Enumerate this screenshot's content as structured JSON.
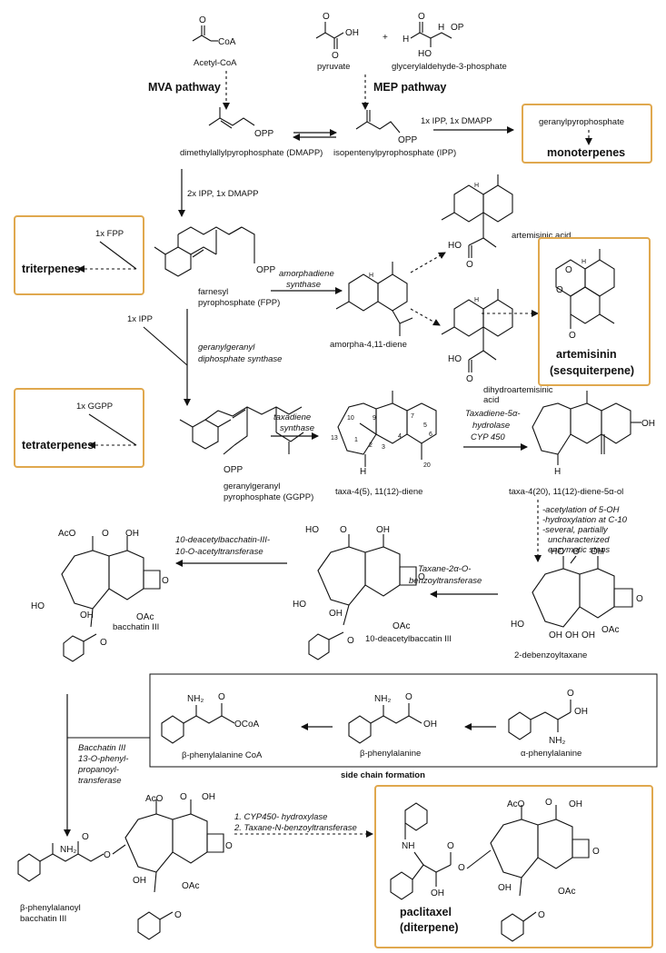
{
  "start": {
    "acetyl_coa": "Acetyl-CoA",
    "pyruvate": "pyruvate",
    "plus": "+",
    "g3p": "glycerylaldehyde-3-phosphate",
    "mva": "MVA pathway",
    "mep": "MEP pathway"
  },
  "isoprenes": {
    "dmapp": "dimethylallylpyrophosphate (DMAPP)",
    "ipp": "isopentenylpyrophosphate (IPP)",
    "ipp_dmapp_step": "1x IPP, 1x DMAPP",
    "two_ipp_step": "2x IPP, 1x DMAPP"
  },
  "monoterpenes": {
    "gpp": "geranylpyrophosphate",
    "label": "monoterpenes"
  },
  "triterpenes": {
    "fpp_step": "1x FPP",
    "label": "triterpenes"
  },
  "tetraterpenes": {
    "ggpp_step": "1x GGPP",
    "label": "tetraterpenes"
  },
  "fpp": {
    "line1": "farnesyl",
    "line2": "pyrophosphate (FPP)",
    "ipp_step": "1x IPP",
    "enzyme1": "amorphadiene",
    "enzyme2": "synthase",
    "gg_enzyme1": "geranylgeranyl",
    "gg_enzyme2": "diphosphate synthase"
  },
  "artemisinin_branch": {
    "amorphadiene": "amorpha-4,11-diene",
    "artemisinic_acid": "artemisinic acid",
    "dihydro1": "dihydroartemisinic",
    "dihydro2": "acid",
    "artemisinin": "artemisinin",
    "sesquiterpene": "(sesquiterpene)"
  },
  "ggpp": {
    "line1": "geranylgeranyl",
    "line2": "pyrophosphate (GGPP)",
    "enzyme1": "taxadiene",
    "enzyme2": "synthase"
  },
  "taxadiene": {
    "label": "taxa-4(5), 11(12)-diene",
    "hydroxylase1": "Taxadiene-5α-",
    "hydroxylase2": "hydrolase",
    "hydroxylase3": "CYP 450",
    "product": "taxa-4(20), 11(12)-diene-5α-ol",
    "numbers": [
      "10",
      "9",
      "7",
      "6",
      "5",
      "4",
      "3",
      "2",
      "1",
      "13",
      "20"
    ]
  },
  "steps": {
    "s1": "-acetylation of 5-OH",
    "s2": "-hydroxylation at C-10",
    "s3": "-several, partially",
    "s4": "uncharacterized",
    "s5": "enzymatic steps"
  },
  "baccatin": {
    "debenzoyl": "2-debenzoyltaxane",
    "benzoyl_enzyme1": "Taxane-2α-O-",
    "benzoyl_enzyme2": "benzoyltransferase",
    "deacetyl": "10-deacetylbaccatin III",
    "acetyl_enzyme1": "10-deacetylbacchatin-III-",
    "acetyl_enzyme2": "10-O-acetyltransferase",
    "baccatin": "bacchatin III"
  },
  "side_chain": {
    "alpha": "α-phenylalanine",
    "beta": "β-phenylalanine",
    "beta_coa": "β-phenylalanine CoA",
    "title": "side chain formation"
  },
  "final": {
    "enzyme1": "Bacchatin III",
    "enzyme2": "13-O-phenyl-",
    "enzyme3": "propanoyl-",
    "enzyme4": "transferase",
    "product1": "β-phenylalanoyl",
    "product2": "bacchatin III",
    "step1": "1. CYP450- hydroxylase",
    "step2": "2. Taxane-N-benzoyltransferase",
    "paclitaxel": "paclitaxel",
    "diterpene": "(diterpene)"
  },
  "atoms": {
    "coa": "CoA",
    "oh": "OH",
    "op": "OP",
    "h": "H",
    "ho": "HO",
    "o": "O",
    "opp": "OPP",
    "aco": "AcO",
    "oac": "OAc",
    "nh2": "NH₂",
    "ococa": "OCoA",
    "nh": "NH"
  },
  "colors": {
    "box_border": "#e0a84e",
    "ink": "#111111"
  }
}
